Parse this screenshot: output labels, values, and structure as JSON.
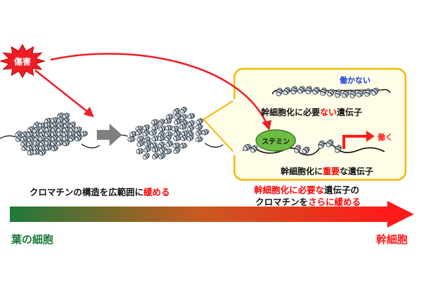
{
  "damage_label": "傷害",
  "left_caption": {
    "before": "クロマチンの構造を広範囲に",
    "highlight": "緩める"
  },
  "right_caption": {
    "line1_highlight": "幹細胞化に必要な",
    "line1_rest": "遺伝子の",
    "line2_before": "クロマチンを",
    "line2_highlight": "さらに緩める"
  },
  "inset": {
    "inactive_label": "働かない",
    "gene_not_needed": {
      "before": "幹細胞化に必要",
      "highlight": "ない",
      "after": "遺伝子"
    },
    "stemin_label": "ステミン",
    "active_label": "働く",
    "gene_important": {
      "before": "幹細胞化に",
      "highlight": "重要",
      "after": "な遺伝子"
    }
  },
  "gradient_bar": {
    "start_label": "葉の細胞",
    "end_label": "幹細胞",
    "start_color": "#1e7a3a",
    "end_color": "#ff1a1a"
  },
  "colors": {
    "arrow_red": "#ee1c25",
    "inset_border": "#f5b800",
    "inset_fill": "#fdfde8",
    "stemin_fill": "#6dbd45",
    "highlight_red": "#ff0000",
    "highlight_blue": "#1a3fd8"
  }
}
